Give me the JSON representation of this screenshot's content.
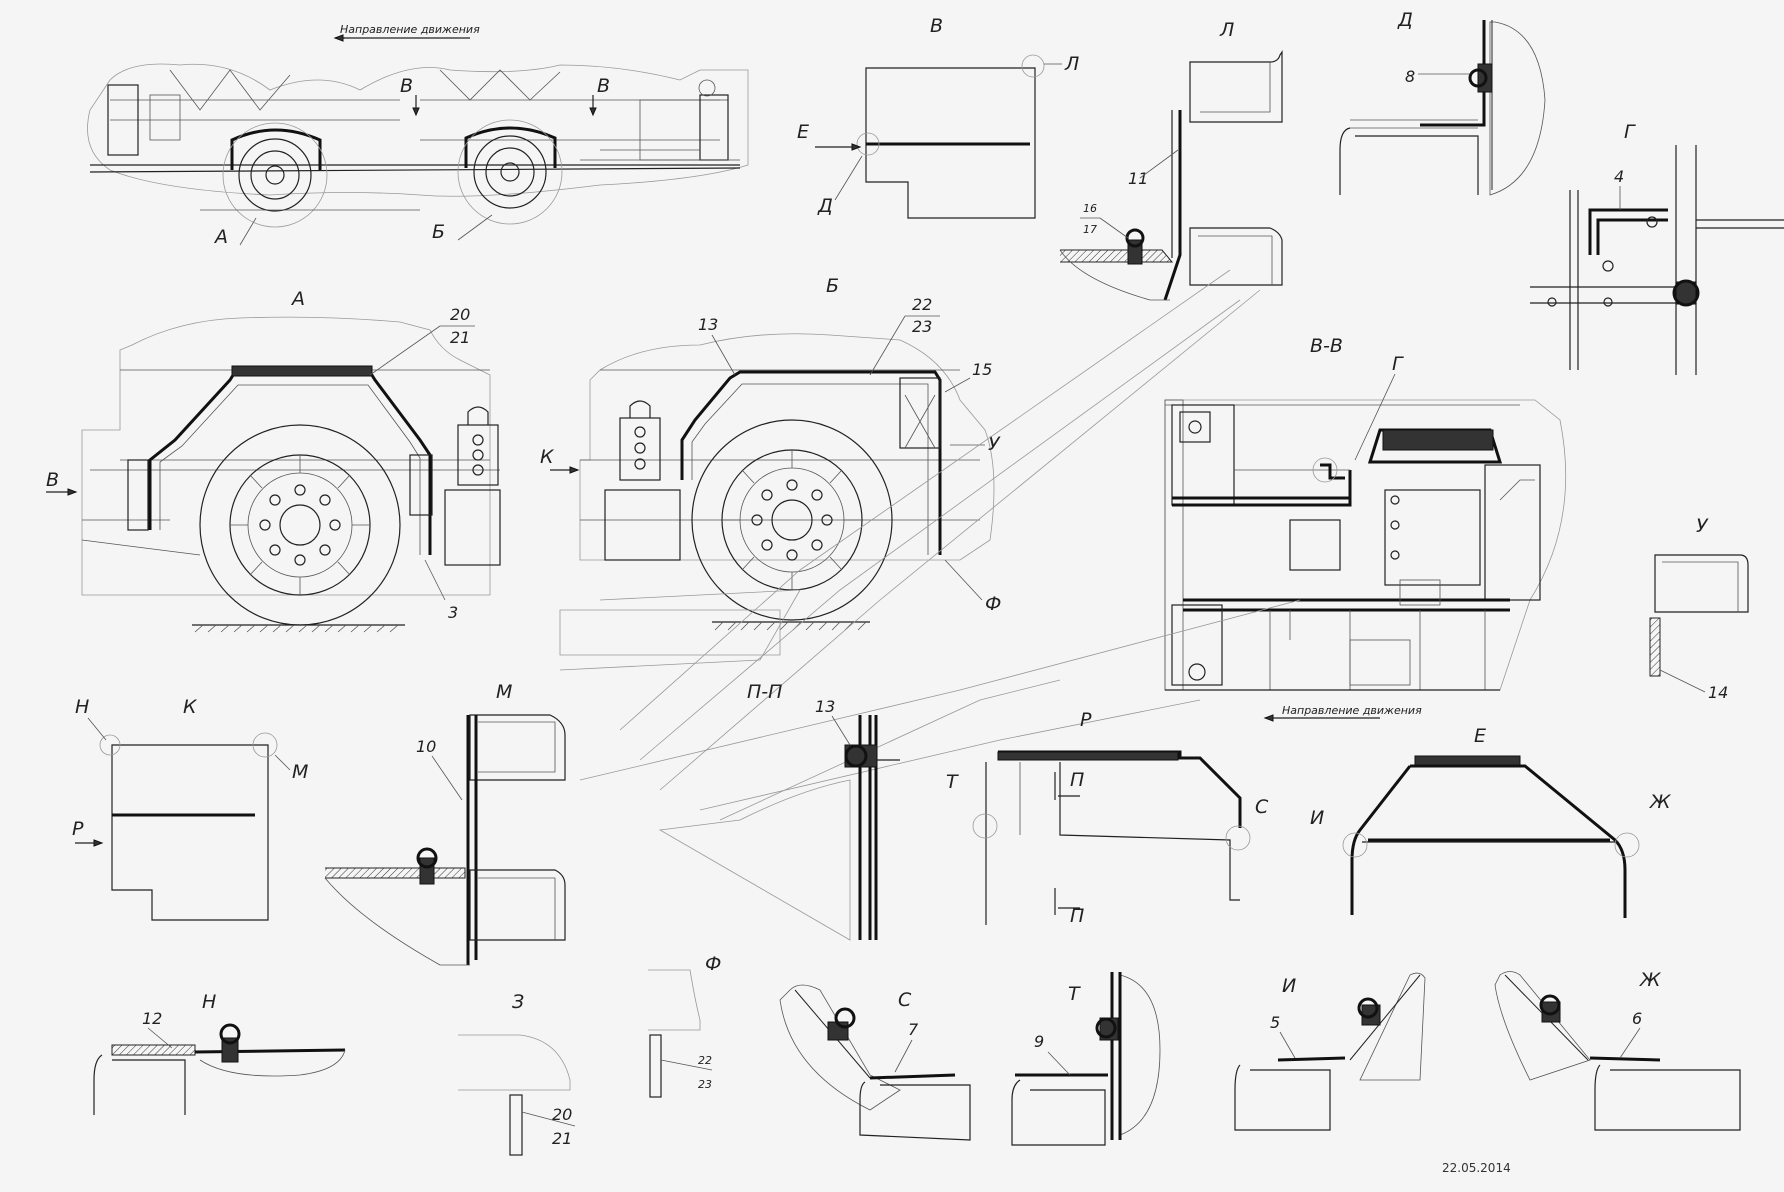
{
  "drawing": {
    "direction_label": "Направление движения",
    "date": "22.05.2014"
  },
  "views": {
    "V": "В",
    "L": "Л",
    "D": "Д",
    "G": "Г",
    "A": "А",
    "B": "Б",
    "VV": "В-В",
    "U": "У",
    "K": "К",
    "M": "М",
    "PP": "П-П",
    "R": "Р",
    "E": "Е",
    "N": "Н",
    "Z": "З",
    "F": "Ф",
    "S": "С",
    "T": "Т",
    "I": "И",
    "Zh": "Ж"
  },
  "markers": {
    "E_arrow": "Е",
    "D_ref": "Д",
    "L_ref": "Л",
    "V_arrow1": "В",
    "V_arrow2": "В",
    "A_ref": "А",
    "B_ref": "Б",
    "V_left": "В",
    "K_arrow": "К",
    "G_ref": "Г",
    "U_ref": "У",
    "F_ref": "Ф",
    "N_ref": "Н",
    "M_ref": "М",
    "R_arrow": "Р",
    "T_ref": "Т",
    "P1": "П",
    "P2": "П",
    "S_ref": "С",
    "I_ref": "И",
    "Zh_ref": "Ж"
  },
  "callouts": {
    "n3": "3",
    "n4": "4",
    "n5": "5",
    "n6": "6",
    "n7": "7",
    "n8": "8",
    "n9": "9",
    "n10": "10",
    "n11": "11",
    "n12": "12",
    "n13a": "13",
    "n13b": "13",
    "n14": "14",
    "n15": "15",
    "n16": "16",
    "n17": "17",
    "n20a": "20",
    "n21a": "21",
    "n20b": "20",
    "n21b": "21",
    "n22a": "22",
    "n23a": "23",
    "n22b": "22",
    "n23b": "23"
  }
}
